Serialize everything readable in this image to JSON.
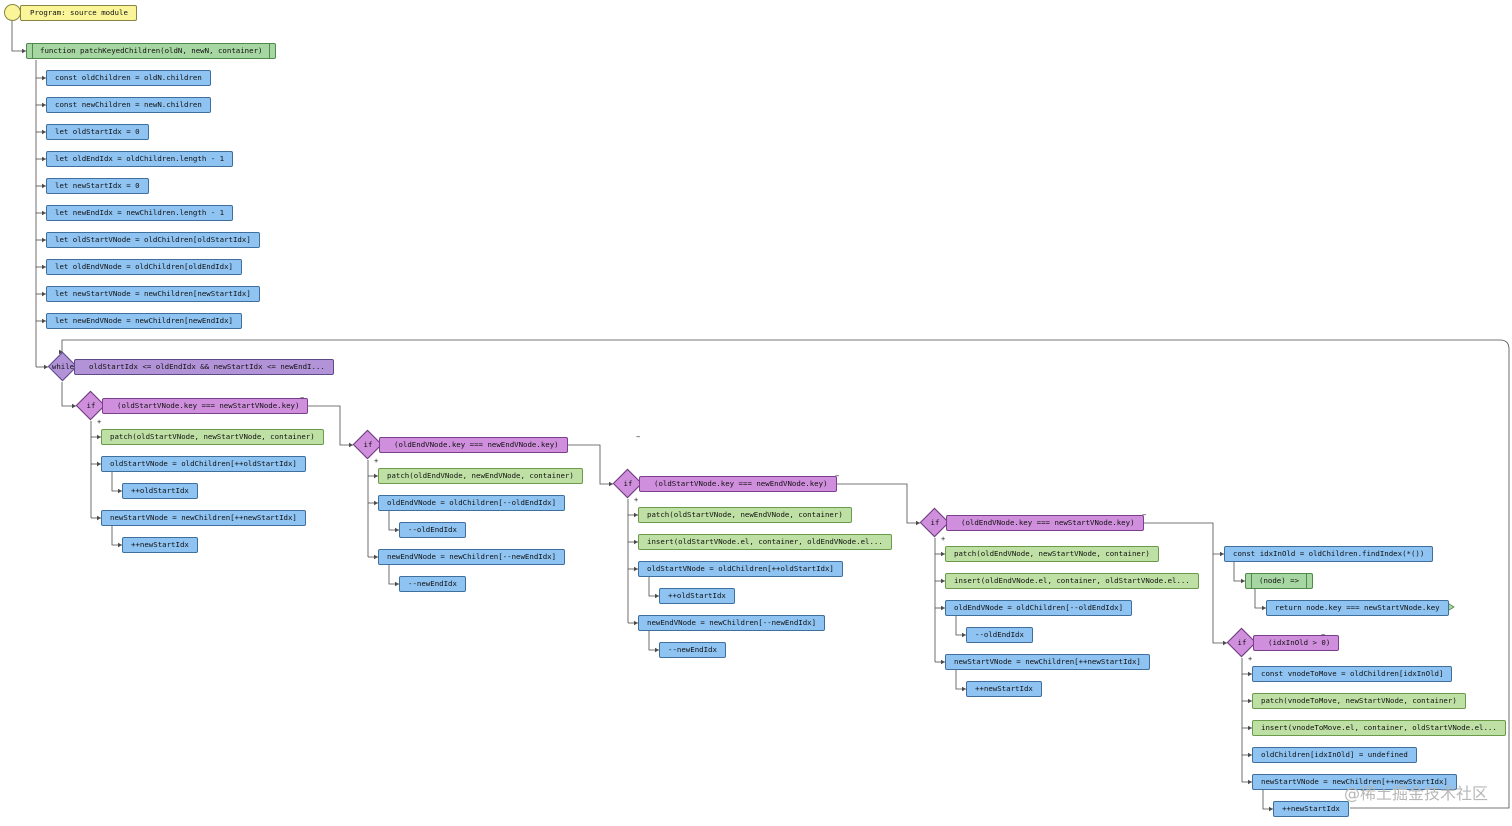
{
  "colors": {
    "statement": "#8fc3f2",
    "call": "#bfe0a4",
    "function": "#a6d6a2",
    "program": "#fbf59a",
    "condition": "#cf8fdc",
    "loop": "#b293d8",
    "line": "#4b4b4b"
  },
  "program": {
    "label": "Program: source module"
  },
  "function": {
    "label": "function patchKeyedChildren(oldN, newN, container)"
  },
  "init": [
    "const oldChildren = oldN.children",
    "const newChildren = newN.children",
    "let oldStartIdx = 0",
    "let oldEndIdx = oldChildren.length - 1",
    "let newStartIdx = 0",
    "let newEndIdx = newChildren.length - 1",
    "let oldStartVNode = oldChildren[oldStartIdx]",
    "let oldEndVNode = oldChildren[oldEndIdx]",
    "let newStartVNode = newChildren[newStartIdx]",
    "let newEndVNode = newChildren[newEndIdx]"
  ],
  "loop": {
    "keyword": "while",
    "condition": "oldStartIdx <= oldEndIdx && newStartIdx <= newEndI..."
  },
  "markers": {
    "yes": "+",
    "no": "−"
  },
  "if1": {
    "keyword": "if",
    "condition": "(oldStartVNode.key === newStartVNode.key)",
    "body": [
      "patch(oldStartVNode, newStartVNode, container)",
      "oldStartVNode = oldChildren[++oldStartIdx]",
      "++oldStartIdx",
      "newStartVNode = newChildren[++newStartIdx]",
      "++newStartIdx"
    ]
  },
  "if2": {
    "keyword": "if",
    "condition": "(oldEndVNode.key === newEndVNode.key)",
    "body": [
      "patch(oldEndVNode, newEndVNode, container)",
      "oldEndVNode = oldChildren[--oldEndIdx]",
      "--oldEndIdx",
      "newEndVNode = newChildren[--newEndIdx]",
      "--newEndIdx"
    ]
  },
  "if3": {
    "keyword": "if",
    "condition": "(oldStartVNode.key === newEndVNode.key)",
    "body": [
      "patch(oldStartVNode, newEndVNode, container)",
      "insert(oldStartVNode.el, container, oldEndVNode.el...",
      "oldStartVNode = oldChildren[++oldStartIdx]",
      "++oldStartIdx",
      "newEndVNode = newChildren[--newEndIdx]",
      "--newEndIdx"
    ]
  },
  "if4": {
    "keyword": "if",
    "condition": "(oldEndVNode.key === newStartVNode.key)",
    "body": [
      "patch(oldEndVNode, newStartVNode, container)",
      "insert(oldEndVNode.el, container, oldStartVNode.el...",
      "oldEndVNode = oldChildren[--oldEndIdx]",
      "--oldEndIdx",
      "newStartVNode = newChildren[++newStartIdx]",
      "++newStartIdx"
    ]
  },
  "else": {
    "find": "const idxInOld = oldChildren.findIndex(*())",
    "arrow": "(node) =>",
    "ret": "return node.key === newStartVNode.key"
  },
  "if5": {
    "keyword": "if",
    "condition": "(idxInOld > 0)",
    "body": [
      "const vnodeToMove = oldChildren[idxInOld]",
      "patch(vnodeToMove, newStartVNode, container)",
      "insert(vnodeToMove.el, container, oldStartVNode.el...",
      "oldChildren[idxInOld] = undefined",
      "newStartVNode = newChildren[++newStartIdx]",
      "++newStartIdx"
    ]
  },
  "watermark": "@稀土掘金技术社区"
}
